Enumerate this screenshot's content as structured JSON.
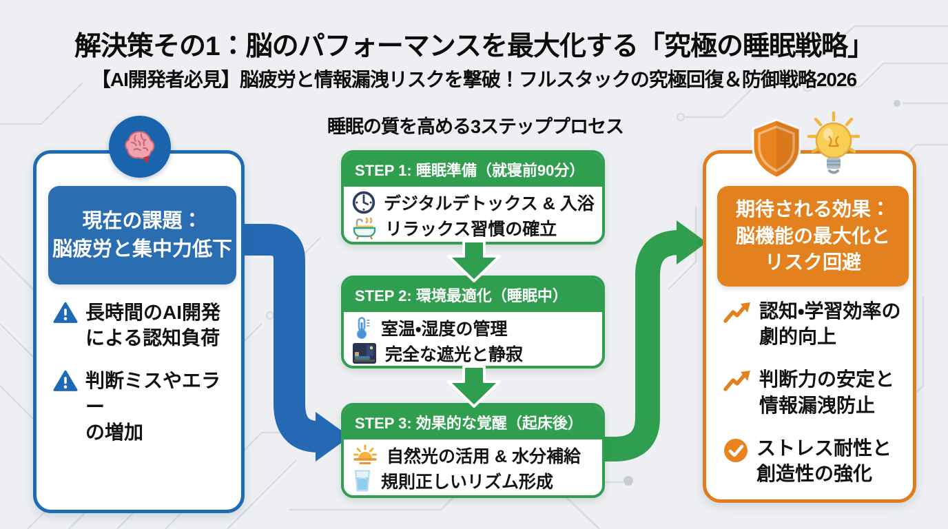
{
  "header": {
    "title": "解決策その1：脳のパフォーマンスを最大化する「究極の睡眠戦略」",
    "subtitle": "【AI開発者必見】脳疲労と情報漏洩リスクを撃破！フルスタックの究極回復＆防御戦略2026"
  },
  "left_panel": {
    "icon": "brain-icon",
    "heading": "現在の課題：\n脳疲労と集中力低下",
    "items": [
      {
        "icon": "warning-icon",
        "text": "長時間のAI開発\nによる認知負荷"
      },
      {
        "icon": "warning-icon",
        "text": "判断ミスやエラー\nの増加"
      }
    ]
  },
  "process": {
    "heading": "睡眠の質を高める3ステッププロセス",
    "steps": [
      {
        "label": "STEP 1: 睡眠準備（就寝前90分）",
        "items": [
          {
            "icon": "clock-icon",
            "text": "デジタルデトックス & 入浴"
          },
          {
            "icon": "bathtub-icon",
            "text": "リラックス習慣の確立"
          }
        ]
      },
      {
        "label": "STEP 2: 環境最適化（睡眠中）",
        "items": [
          {
            "icon": "thermometer-icon",
            "text": "室温・湿度の管理"
          },
          {
            "icon": "dark-room-icon",
            "text": "完全な遮光と静寂"
          }
        ]
      },
      {
        "label": "STEP 3: 効果的な覚醒（起床後）",
        "items": [
          {
            "icon": "sunrise-icon",
            "text": "自然光の活用 & 水分補給"
          },
          {
            "icon": "water-glass-icon",
            "text": "規則正しいリズム形成"
          }
        ]
      }
    ]
  },
  "right_panel": {
    "icons": [
      "shield-icon",
      "lightbulb-icon"
    ],
    "heading": "期待される効果：\n脳機能の最大化と\nリスク回避",
    "items": [
      {
        "icon": "trend-up-icon",
        "text": "認知・学習効率の\n劇的向上"
      },
      {
        "icon": "trend-up-icon",
        "text": "判断力の安定と\n情報漏洩防止"
      },
      {
        "icon": "check-circle-icon",
        "text": "ストレス耐性と\n創造性の強化"
      }
    ]
  },
  "colors": {
    "blue": "#2b6db1",
    "blue_border": "#1e6bb3",
    "green": "#2f9e4e",
    "orange": "#e2811d",
    "orange_border": "#df7c1b",
    "background": "#edeff2",
    "text": "#111111"
  }
}
